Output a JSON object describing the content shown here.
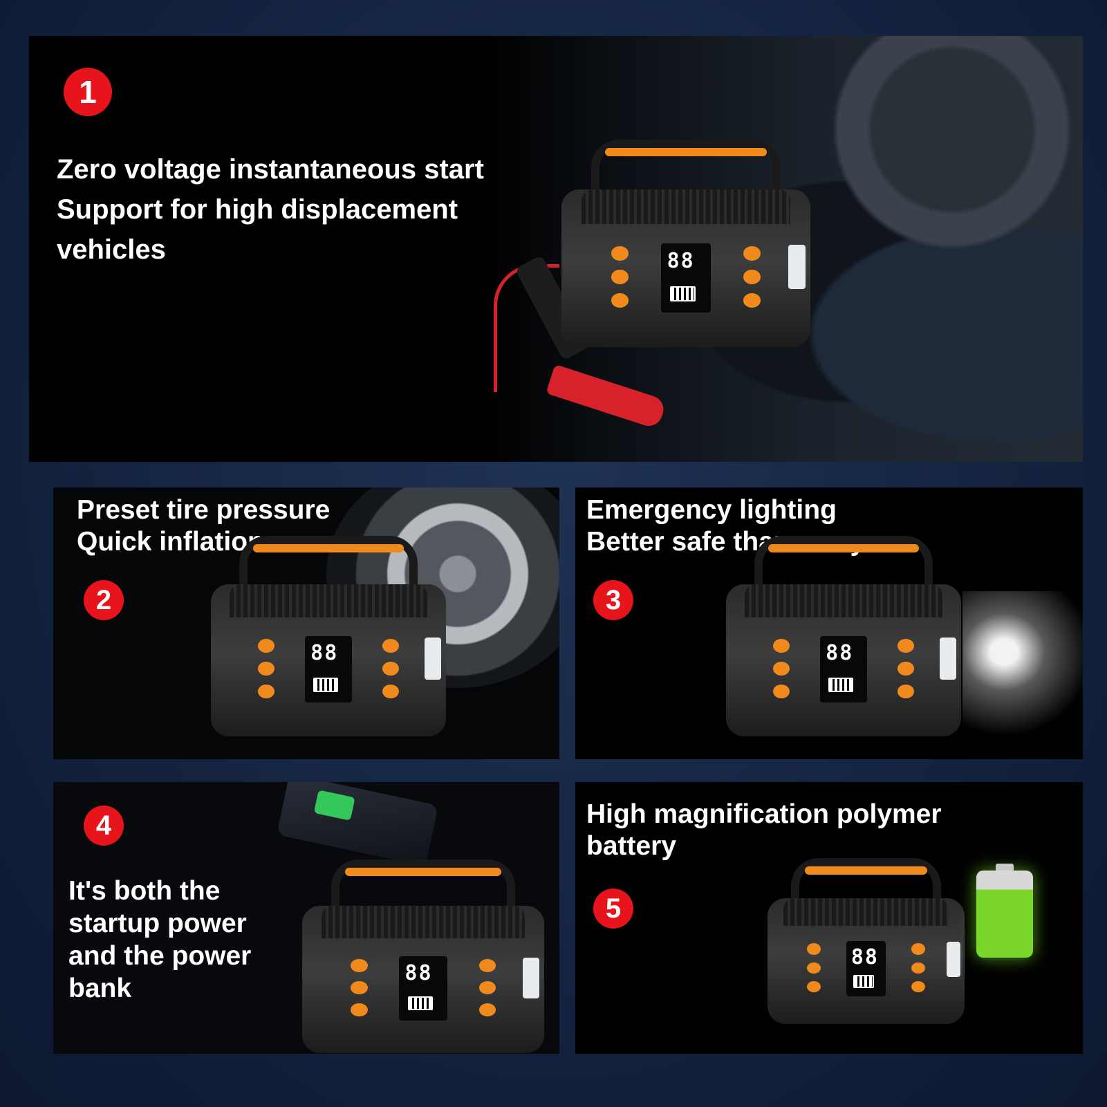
{
  "panels": [
    {
      "badge": "1",
      "lines": [
        "Zero voltage instantaneous start",
        "Support for high displacement",
        "vehicles"
      ],
      "icon": "car-jump-starter-icon"
    },
    {
      "badge": "2",
      "lines": [
        "Preset tire pressure",
        "Quick inflation"
      ],
      "icon": "tire-inflator-icon"
    },
    {
      "badge": "3",
      "lines": [
        "Emergency lighting",
        "Better safe than sorry"
      ],
      "icon": "flashlight-icon"
    },
    {
      "badge": "4",
      "lines": [
        "It's both the",
        "startup power",
        "and the power",
        "bank"
      ],
      "icon": "power-bank-icon"
    },
    {
      "badge": "5",
      "lines": [
        "High magnification polymer",
        "battery"
      ],
      "icon": "battery-icon"
    }
  ],
  "colors": {
    "badge": "#e8141c",
    "accent": "#f08a1c",
    "background": "#142440",
    "panel": "#000000",
    "text": "#ffffff"
  }
}
